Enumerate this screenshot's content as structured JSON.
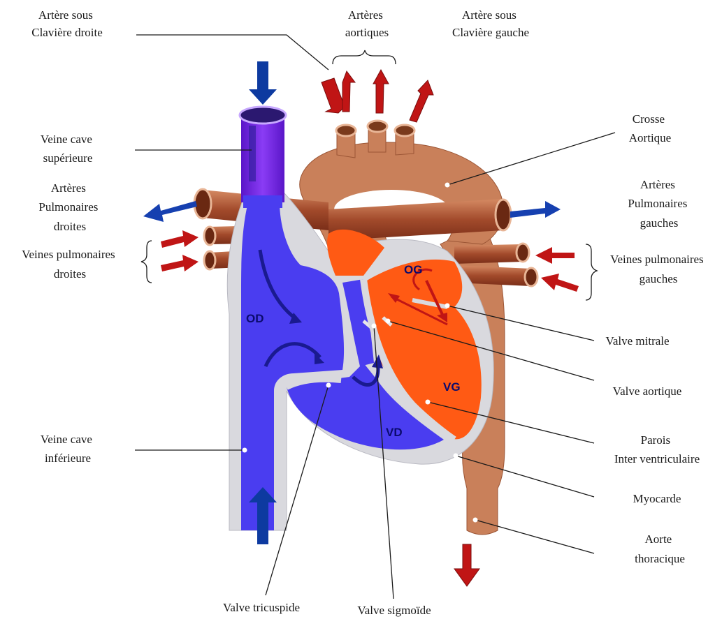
{
  "labels": {
    "art_sous_claviere_droite": [
      "Artère sous",
      "Clavière droite"
    ],
    "arteres_aortiques": [
      "Artères",
      "aortiques"
    ],
    "art_sous_claviere_gauche": [
      "Artère sous",
      "Clavière gauche"
    ],
    "veine_cave_superieure": [
      "Veine cave",
      "supérieure"
    ],
    "crosse_aortique": [
      "Crosse",
      "Aortique"
    ],
    "arteres_pulm_droites": [
      "Artères",
      "Pulmonaires",
      "droites"
    ],
    "arteres_pulm_gauches": [
      "Artères",
      "Pulmonaires",
      "gauches"
    ],
    "veines_pulm_droites": [
      "Veines pulmonaires",
      "droites"
    ],
    "veines_pulm_gauches": [
      "Veines pulmonaires",
      "gauches"
    ],
    "valve_mitrale": [
      "Valve mitrale"
    ],
    "valve_aortique": [
      "Valve aortique"
    ],
    "parois_inter": [
      "Parois",
      "Inter ventriculaire"
    ],
    "veine_cave_inferieure": [
      "Veine cave",
      "inférieure"
    ],
    "myocarde": [
      "Myocarde"
    ],
    "aorte_thoracique": [
      "Aorte",
      "thoracique"
    ],
    "valve_tricuspide": [
      "Valve tricuspide"
    ],
    "valve_sigmoide": [
      "Valve sigmoïde"
    ]
  },
  "chambers": {
    "od": "OD",
    "og": "OG",
    "vg": "VG",
    "vd": "VD"
  },
  "colors": {
    "deoxygenated": "#4a3df0",
    "oxygenated": "#ff5a14",
    "aorta": "#c9805a",
    "myocardium": "#d9d9de",
    "venous_arrow": "#0d3aa0",
    "arterial_arrow": "#c01515",
    "vena_cava_top": "#7a22e6"
  }
}
